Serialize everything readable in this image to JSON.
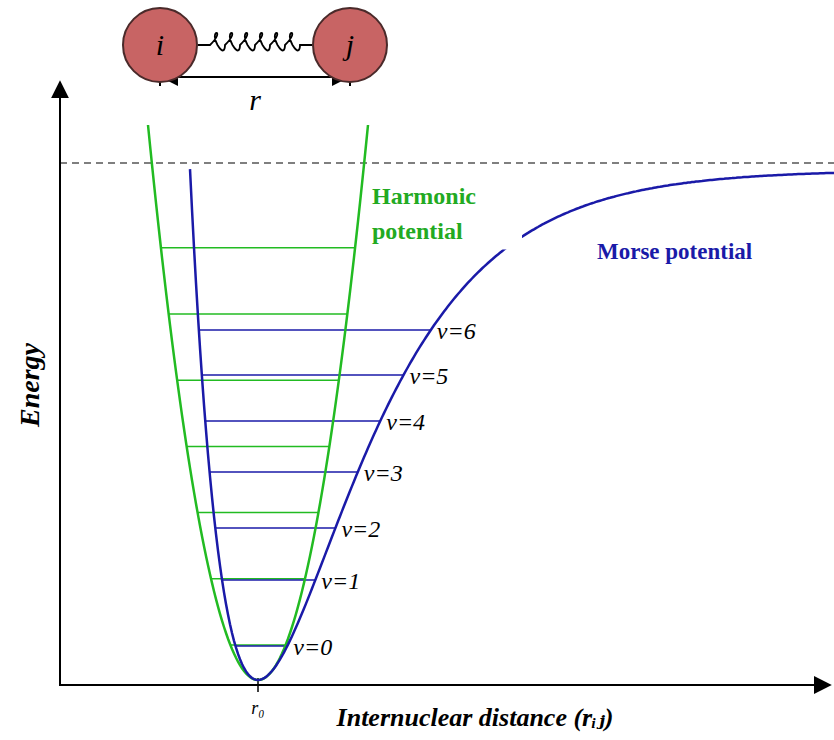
{
  "diagram": {
    "nodes": [
      {
        "text": [
          "i"
        ]
      },
      {
        "text": [
          "j"
        ]
      }
    ],
    "edges": [
      {
        "from": 0,
        "to": 1,
        "arrow": "none"
      }
    ],
    "labels": [
      "r",
      "Harmonic potential",
      "Morse potential",
      "v=6",
      "v=5",
      "v=4",
      "v=3",
      "v=2",
      "v=1",
      "v=0",
      "Energy",
      "r₀",
      "Internuclear distance (rᵢⱼ)"
    ]
  }
}
